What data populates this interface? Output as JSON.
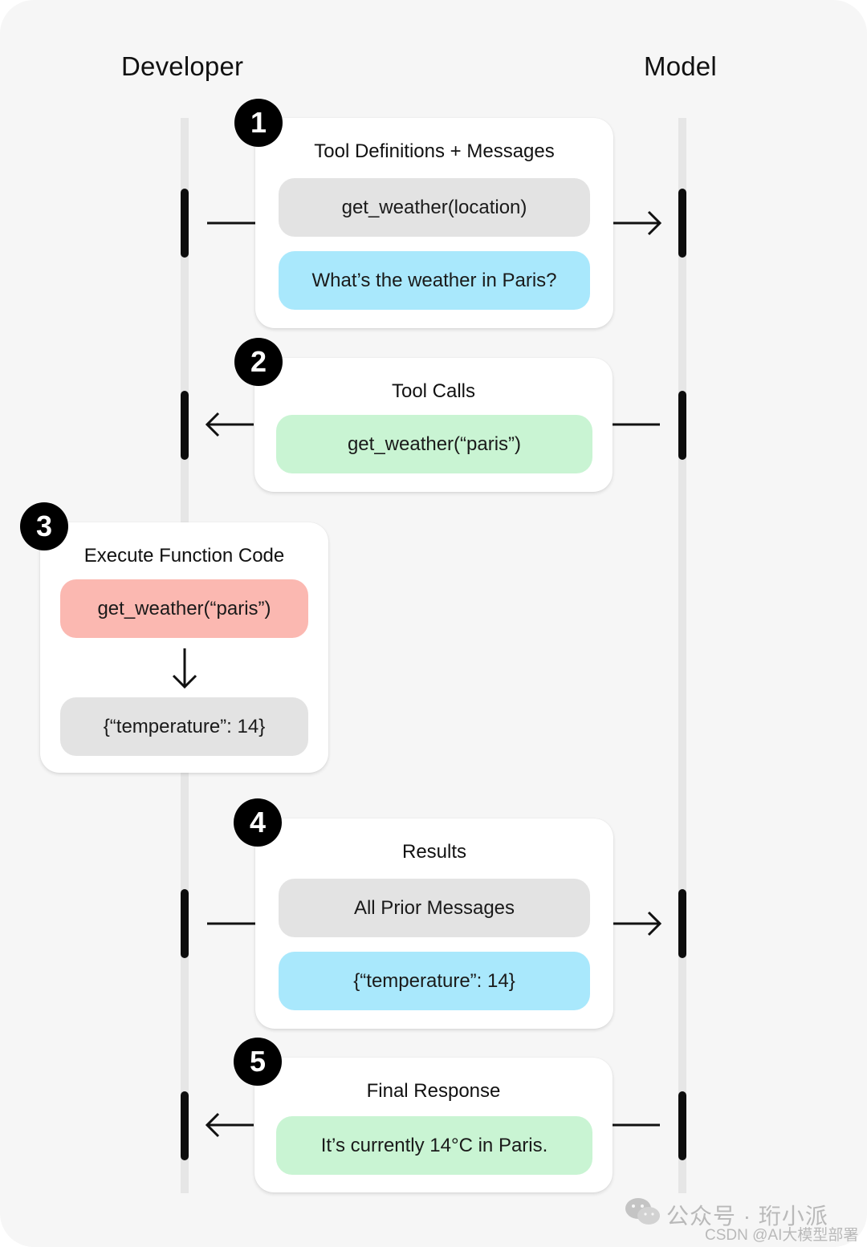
{
  "lanes": {
    "developer": "Developer",
    "model": "Model"
  },
  "steps": [
    {
      "number": "1",
      "title": "Tool Definitions + Messages",
      "items": [
        "get_weather(location)",
        "What’s the weather in Paris?"
      ]
    },
    {
      "number": "2",
      "title": "Tool Calls",
      "items": [
        "get_weather(“paris”)"
      ]
    },
    {
      "number": "3",
      "title": "Execute Function Code",
      "items": [
        "get_weather(“paris”)",
        "{“temperature”: 14}"
      ]
    },
    {
      "number": "4",
      "title": "Results",
      "items": [
        "All Prior Messages",
        "{“temperature”: 14}"
      ]
    },
    {
      "number": "5",
      "title": "Final Response",
      "items": [
        "It’s currently 14°C in Paris."
      ]
    }
  ],
  "colors": {
    "gray": "#e3e3e3",
    "blue": "#a9e8fc",
    "green": "#c9f4d3",
    "red": "#fbb8b1"
  },
  "watermark": {
    "line1": "公众号 · 珩小派",
    "line2": "CSDN @AI大模型部署"
  }
}
